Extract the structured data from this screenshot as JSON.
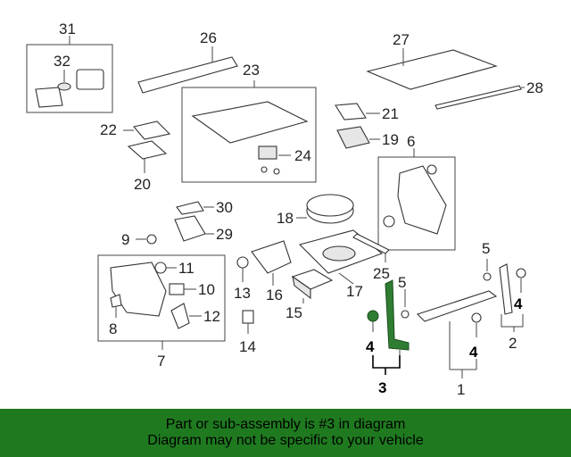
{
  "callouts": {
    "c1": "1",
    "c2": "2",
    "c3": "3",
    "c4a": "4",
    "c4b": "4",
    "c4c": "4",
    "c5a": "5",
    "c5b": "5",
    "c6": "6",
    "c7": "7",
    "c8": "8",
    "c9": "9",
    "c10": "10",
    "c11": "11",
    "c12": "12",
    "c13": "13",
    "c14": "14",
    "c15": "15",
    "c16": "16",
    "c17": "17",
    "c18": "18",
    "c19": "19",
    "c20": "20",
    "c21": "21",
    "c22": "22",
    "c23": "23",
    "c24": "24",
    "c25": "25",
    "c26": "26",
    "c27": "27",
    "c28": "28",
    "c29": "29",
    "c30": "30",
    "c31": "31",
    "c32": "32"
  },
  "banner": {
    "line1": "Part or sub-assembly is #3 in diagram",
    "line2": "Diagram may not be specific to your vehicle"
  },
  "colors": {
    "banner_bg": "#1f7a1f",
    "highlight_part": "#2f7d32"
  }
}
